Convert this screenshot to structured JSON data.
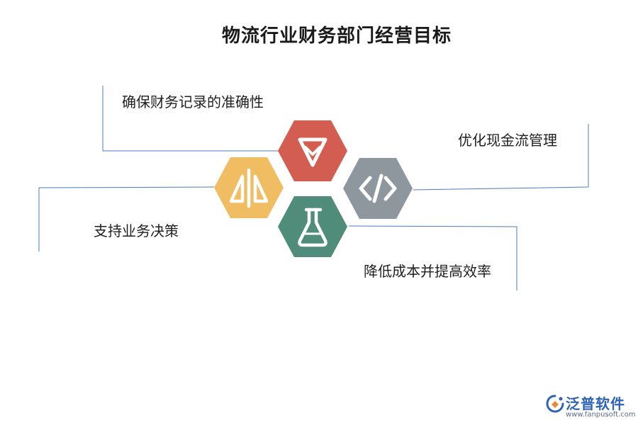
{
  "title": "物流行业财务部门经营目标",
  "items": [
    {
      "label": "确保财务记录的准确性",
      "icon": "diamond-icon",
      "color": "#d35d50"
    },
    {
      "label": "优化现金流管理",
      "icon": "code-icon",
      "color": "#8e979d"
    },
    {
      "label": "支持业务决策",
      "icon": "balance-icon",
      "color": "#f0bd63"
    },
    {
      "label": "降低成本并提高效率",
      "icon": "flask-icon",
      "color": "#4f8c79"
    }
  ],
  "connector_color": "#4a7cc0",
  "brand": {
    "name": "泛普软件",
    "url": "www.fanpusoft.com",
    "icon": "fanpu-logo-icon",
    "color": "#2f63b8"
  }
}
